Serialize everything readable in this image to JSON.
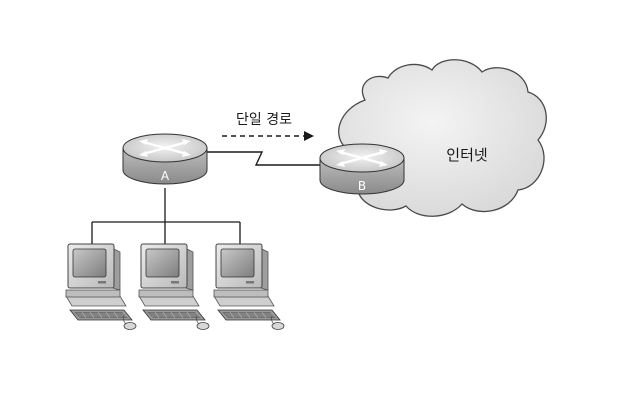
{
  "diagram": {
    "link_label": "단일 경로",
    "cloud_label": "인터넷",
    "routers": [
      {
        "label": "A"
      },
      {
        "label": "B"
      }
    ]
  },
  "colors": {
    "line": "#1a1a1a",
    "router_top": "#dcdcdc",
    "router_side": "#a8a8a8",
    "cloud_fill": "#e8e8e8",
    "cloud_stroke": "#444444",
    "monitor_body": "#d9d9d9",
    "screen": "#9a9a9a",
    "keyboard": "#8c8c8c"
  }
}
